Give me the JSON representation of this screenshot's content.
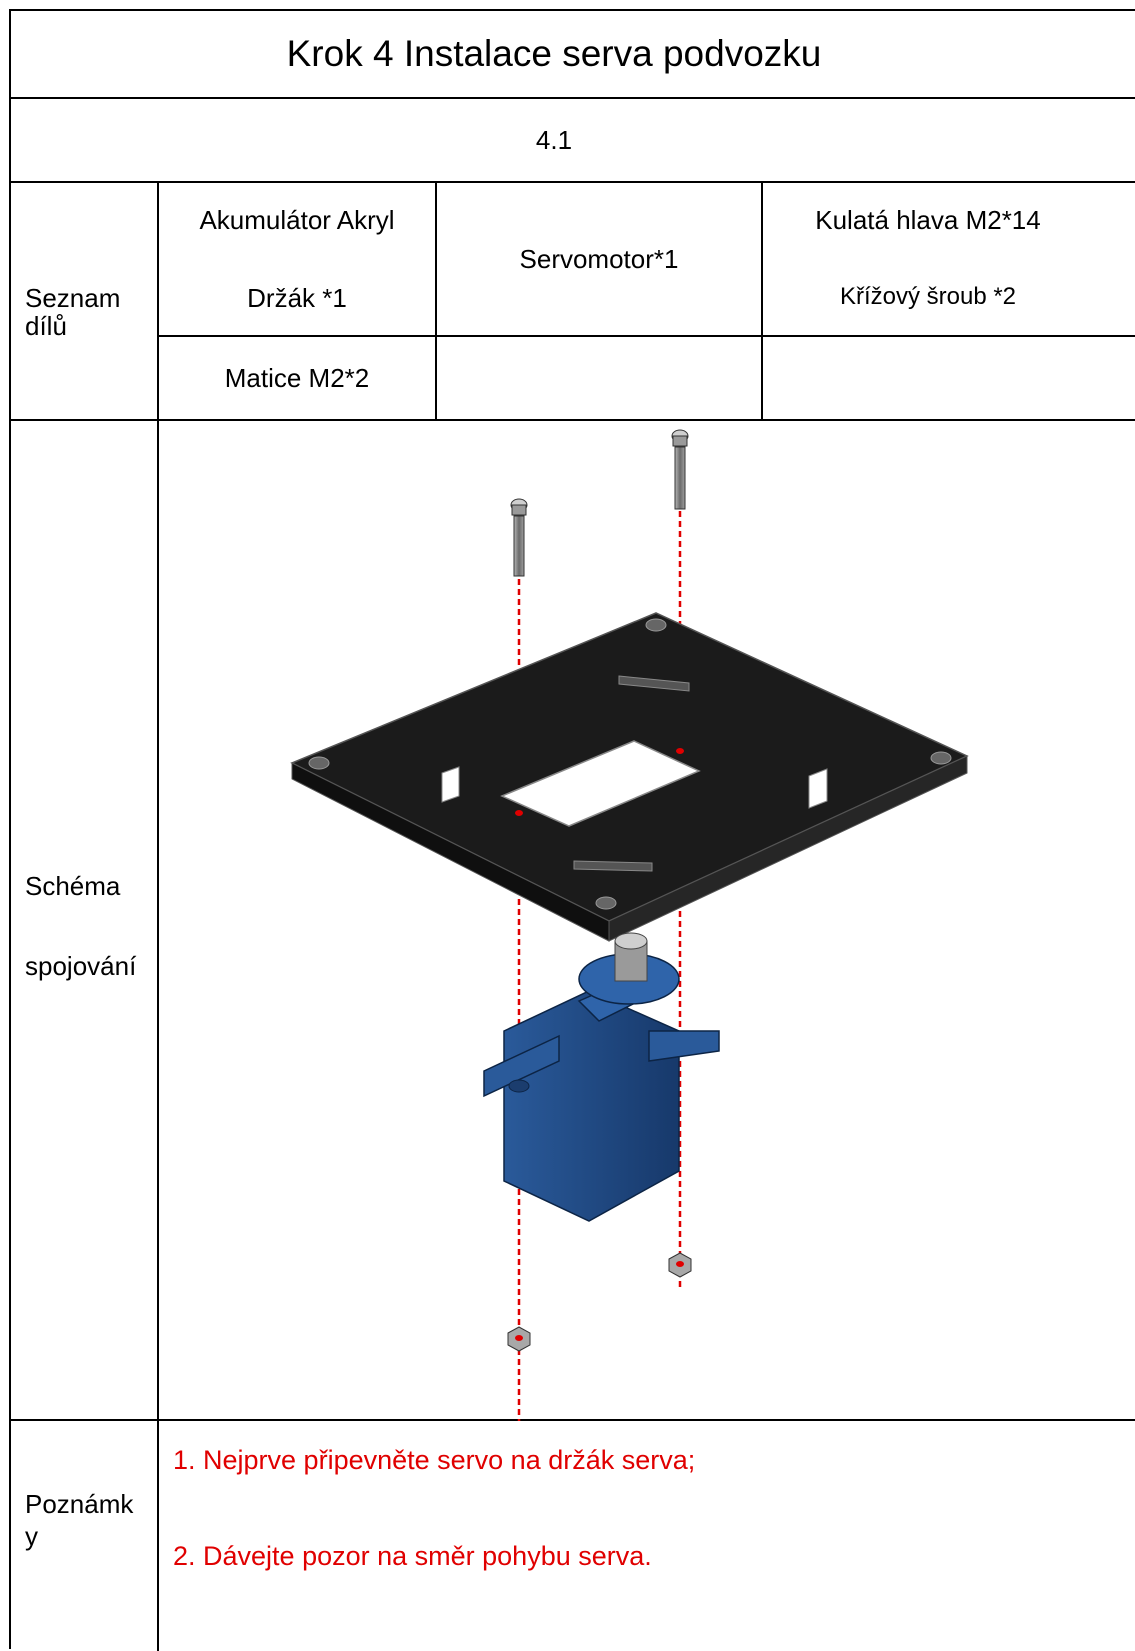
{
  "title": "Krok 4 Instalace serva podvozku",
  "step_number": "4.1",
  "parts": {
    "section_label_line1": "Seznam",
    "section_label_line2": "dílů",
    "item1_line1": "Akumulátor Akryl",
    "item1_line2": "Držák *1",
    "item2": "Servomotor*1",
    "item3_line1": "Kulatá hlava M2*14",
    "item3_line2": "Křížový šroub *2",
    "item4": "Matice M2*2"
  },
  "diagram": {
    "section_label_line1": "Schéma",
    "section_label_line2": "spojování",
    "colors": {
      "plate": "#1b1b1b",
      "servo_blue": "#1f4b86",
      "guide_line": "#e00000",
      "screw_grey": "#8a8a8a"
    }
  },
  "notes": {
    "section_label_line1": "Poznámk",
    "section_label_line2": "y",
    "items": [
      "1. Nejprve připevněte servo na držák serva;",
      "2. Dávejte pozor na směr pohybu serva."
    ],
    "color": "#e00000"
  }
}
